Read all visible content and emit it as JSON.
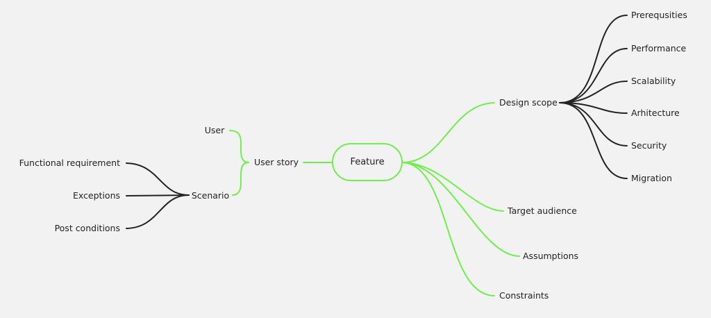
{
  "diagram": {
    "root": "Feature",
    "colors": {
      "primary_branch": "#6ef04a",
      "secondary_branch": "#222222",
      "background": "#f2f2f2"
    },
    "left": {
      "user_story": "User story",
      "user": "User",
      "scenario": "Scenario",
      "scenario_children": [
        "Functional requirement",
        "Exceptions",
        "Post conditions"
      ]
    },
    "right": {
      "design_scope": "Design scope",
      "design_scope_children": [
        "Prerequsities",
        "Performance",
        "Scalability",
        "Arhitecture",
        "Security",
        "Migration"
      ],
      "target_audience": "Target audience",
      "assumptions": "Assumptions",
      "constraints": "Constraints"
    }
  }
}
